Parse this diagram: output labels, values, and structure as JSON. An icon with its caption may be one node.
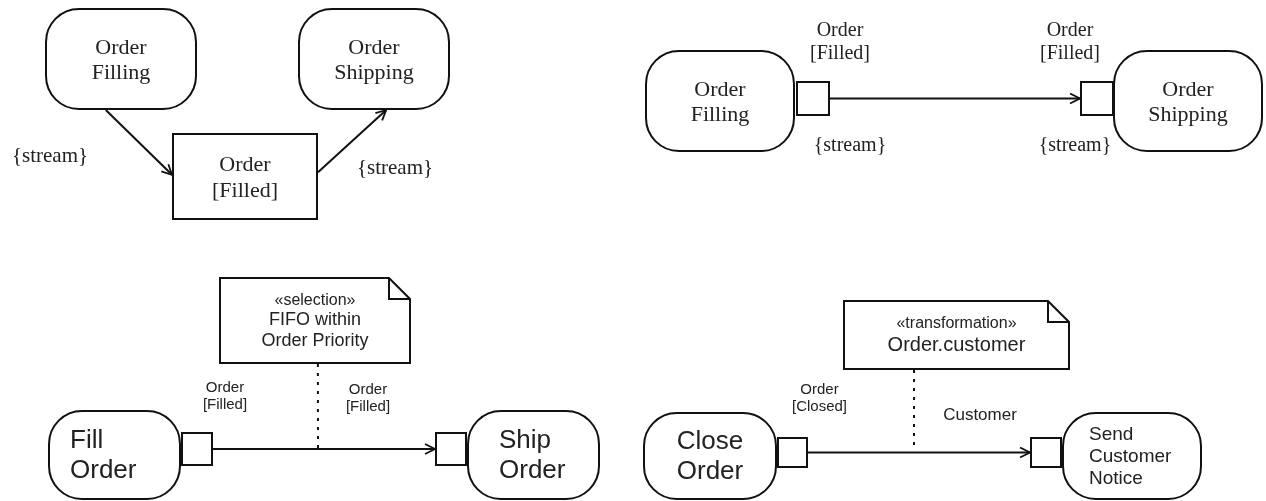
{
  "diagram": {
    "nodes": [
      {
        "text": [
          "Order Filling"
        ]
      },
      {
        "text": [
          "Order Shipping"
        ]
      },
      {
        "text": [
          "Order [Filled]"
        ]
      },
      {
        "text": [
          "Order Filling"
        ]
      },
      {
        "text": [],
        "shape": "box"
      },
      {
        "text": [],
        "shape": "box"
      },
      {
        "text": [
          "Order Shipping"
        ]
      },
      {
        "text": [
          "«selection»",
          "FIFO within Order Priority"
        ]
      },
      {
        "text": [
          "Fill Order"
        ]
      },
      {
        "text": [],
        "shape": "box"
      },
      {
        "text": [],
        "shape": "box"
      },
      {
        "text": [
          "Ship Order"
        ]
      },
      {
        "text": [
          "«transformation»",
          "Order.customer"
        ]
      },
      {
        "text": [
          "Close Order"
        ]
      },
      {
        "text": [],
        "shape": "box"
      },
      {
        "text": [],
        "shape": "box"
      },
      {
        "text": [
          "Send Customer Notice"
        ]
      }
    ],
    "edges": [
      {
        "from": 0,
        "to": 2,
        "arrow": "to",
        "label": "{stream}"
      },
      {
        "from": 2,
        "to": 1,
        "arrow": "to",
        "label": "{stream}"
      },
      {
        "from": 4,
        "to": 5,
        "arrow": "to"
      },
      {
        "from": 9,
        "to": 10,
        "arrow": "to"
      },
      {
        "from": 7,
        "to": null,
        "arrow": "none",
        "style": "dashed"
      },
      {
        "from": 14,
        "to": 15,
        "arrow": "to"
      },
      {
        "from": 12,
        "to": null,
        "arrow": "none",
        "style": "dashed"
      }
    ],
    "labels": [
      "Order [Filled]",
      "Order [Filled]",
      "{stream}",
      "{stream}",
      "Order [Filled]",
      "Order [Filled]",
      "Order [Closed]",
      "Customer"
    ]
  }
}
